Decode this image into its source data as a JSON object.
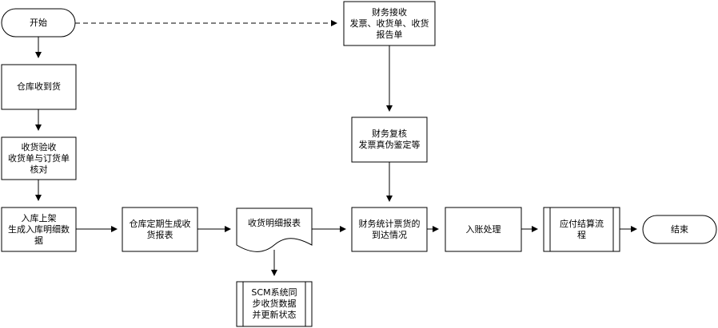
{
  "nodes": {
    "start": "开始",
    "finance_receive": "财务接收\n发票、收货单、收货\n报告单",
    "warehouse_receive": "仓库收到货",
    "inspection": "收货验收\n收货单与订货单\n核对",
    "shelving": "入库上架\n生成入库明细数\n据",
    "periodic_report": "仓库定期生成收\n货报表",
    "receipt_detail_report": "收货明细报表",
    "scm_sync": "SCM系统同\n步收货数据\n并更新状态",
    "finance_review": "财务复核\n发票真伪鉴定等",
    "arrival_stats": "财务统计票货的\n到达情况",
    "posting": "入账处理",
    "ap_settlement": "应付结算流\n程",
    "end": "结束"
  }
}
